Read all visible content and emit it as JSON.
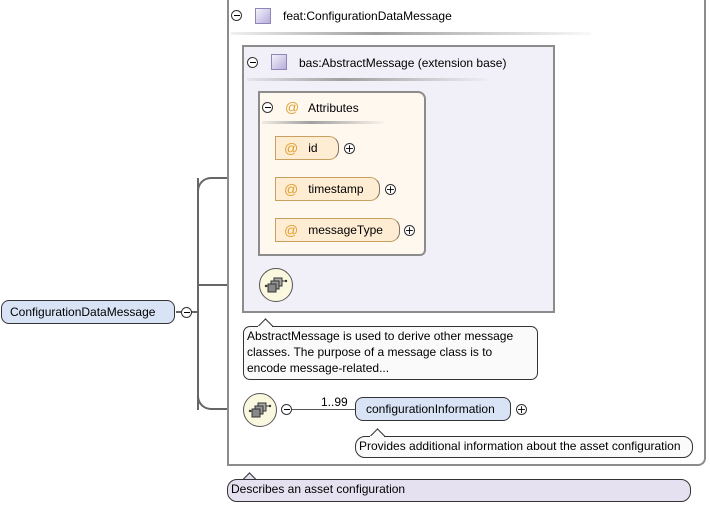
{
  "root_element": {
    "name": "ConfigurationDataMessage",
    "annotation": "Describes an asset configuration"
  },
  "complex_type": {
    "name": "feat:ConfigurationDataMessage"
  },
  "extension": {
    "label": "bas:AbstractMessage (extension base)",
    "annotation": "AbstractMessage is used to derive other message classes. The purpose of a message class is to encode message-related..."
  },
  "attributes": {
    "header": "Attributes",
    "items": [
      {
        "name": "id"
      },
      {
        "name": "timestamp"
      },
      {
        "name": "messageType"
      }
    ]
  },
  "sequence": {
    "child": {
      "name": "configurationInformation",
      "cardinality": "1..99",
      "annotation": "Provides additional information about the asset configuration"
    }
  },
  "colors": {
    "element_fill": "#d8e4f6",
    "attribute_fill": "#feecd3",
    "extension_fill": "#f1f0f8",
    "annotation_root_fill": "#e6e1f0",
    "border": "#8c8c8c"
  }
}
